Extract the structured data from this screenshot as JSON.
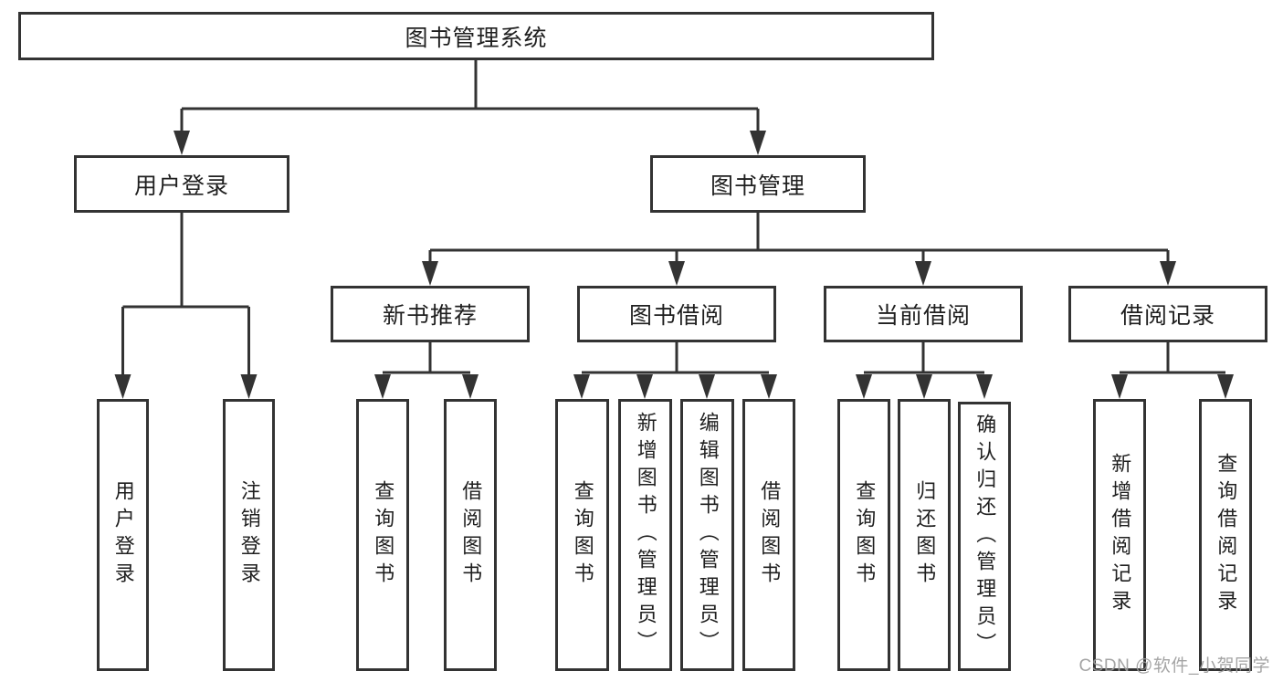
{
  "diagram": {
    "title": "图书管理系统",
    "level2": {
      "user_login": "用户登录",
      "book_management": "图书管理"
    },
    "level3": {
      "new_book_recommend": "新书推荐",
      "book_borrowing": "图书借阅",
      "current_borrowing": "当前借阅",
      "borrowing_records": "借阅记录"
    },
    "leaves": {
      "user_login": "用户登录",
      "logout_login": "注销登录",
      "rec_query_books": "查询图书",
      "rec_borrow_books": "借阅图书",
      "bb_query_books": "查询图书",
      "bb_add_books_admin": "新增图书（管理员）",
      "bb_edit_books_admin": "编辑图书（管理员）",
      "bb_borrow_books": "借阅图书",
      "cb_query_books": "查询图书",
      "cb_return_books": "归还图书",
      "cb_confirm_return_admin": "确认归还（管理员）",
      "br_add_record": "新增借阅记录",
      "br_query_record": "查询借阅记录"
    },
    "watermark": "CSDN @软件_小贺同学",
    "line_color": "#333333"
  }
}
